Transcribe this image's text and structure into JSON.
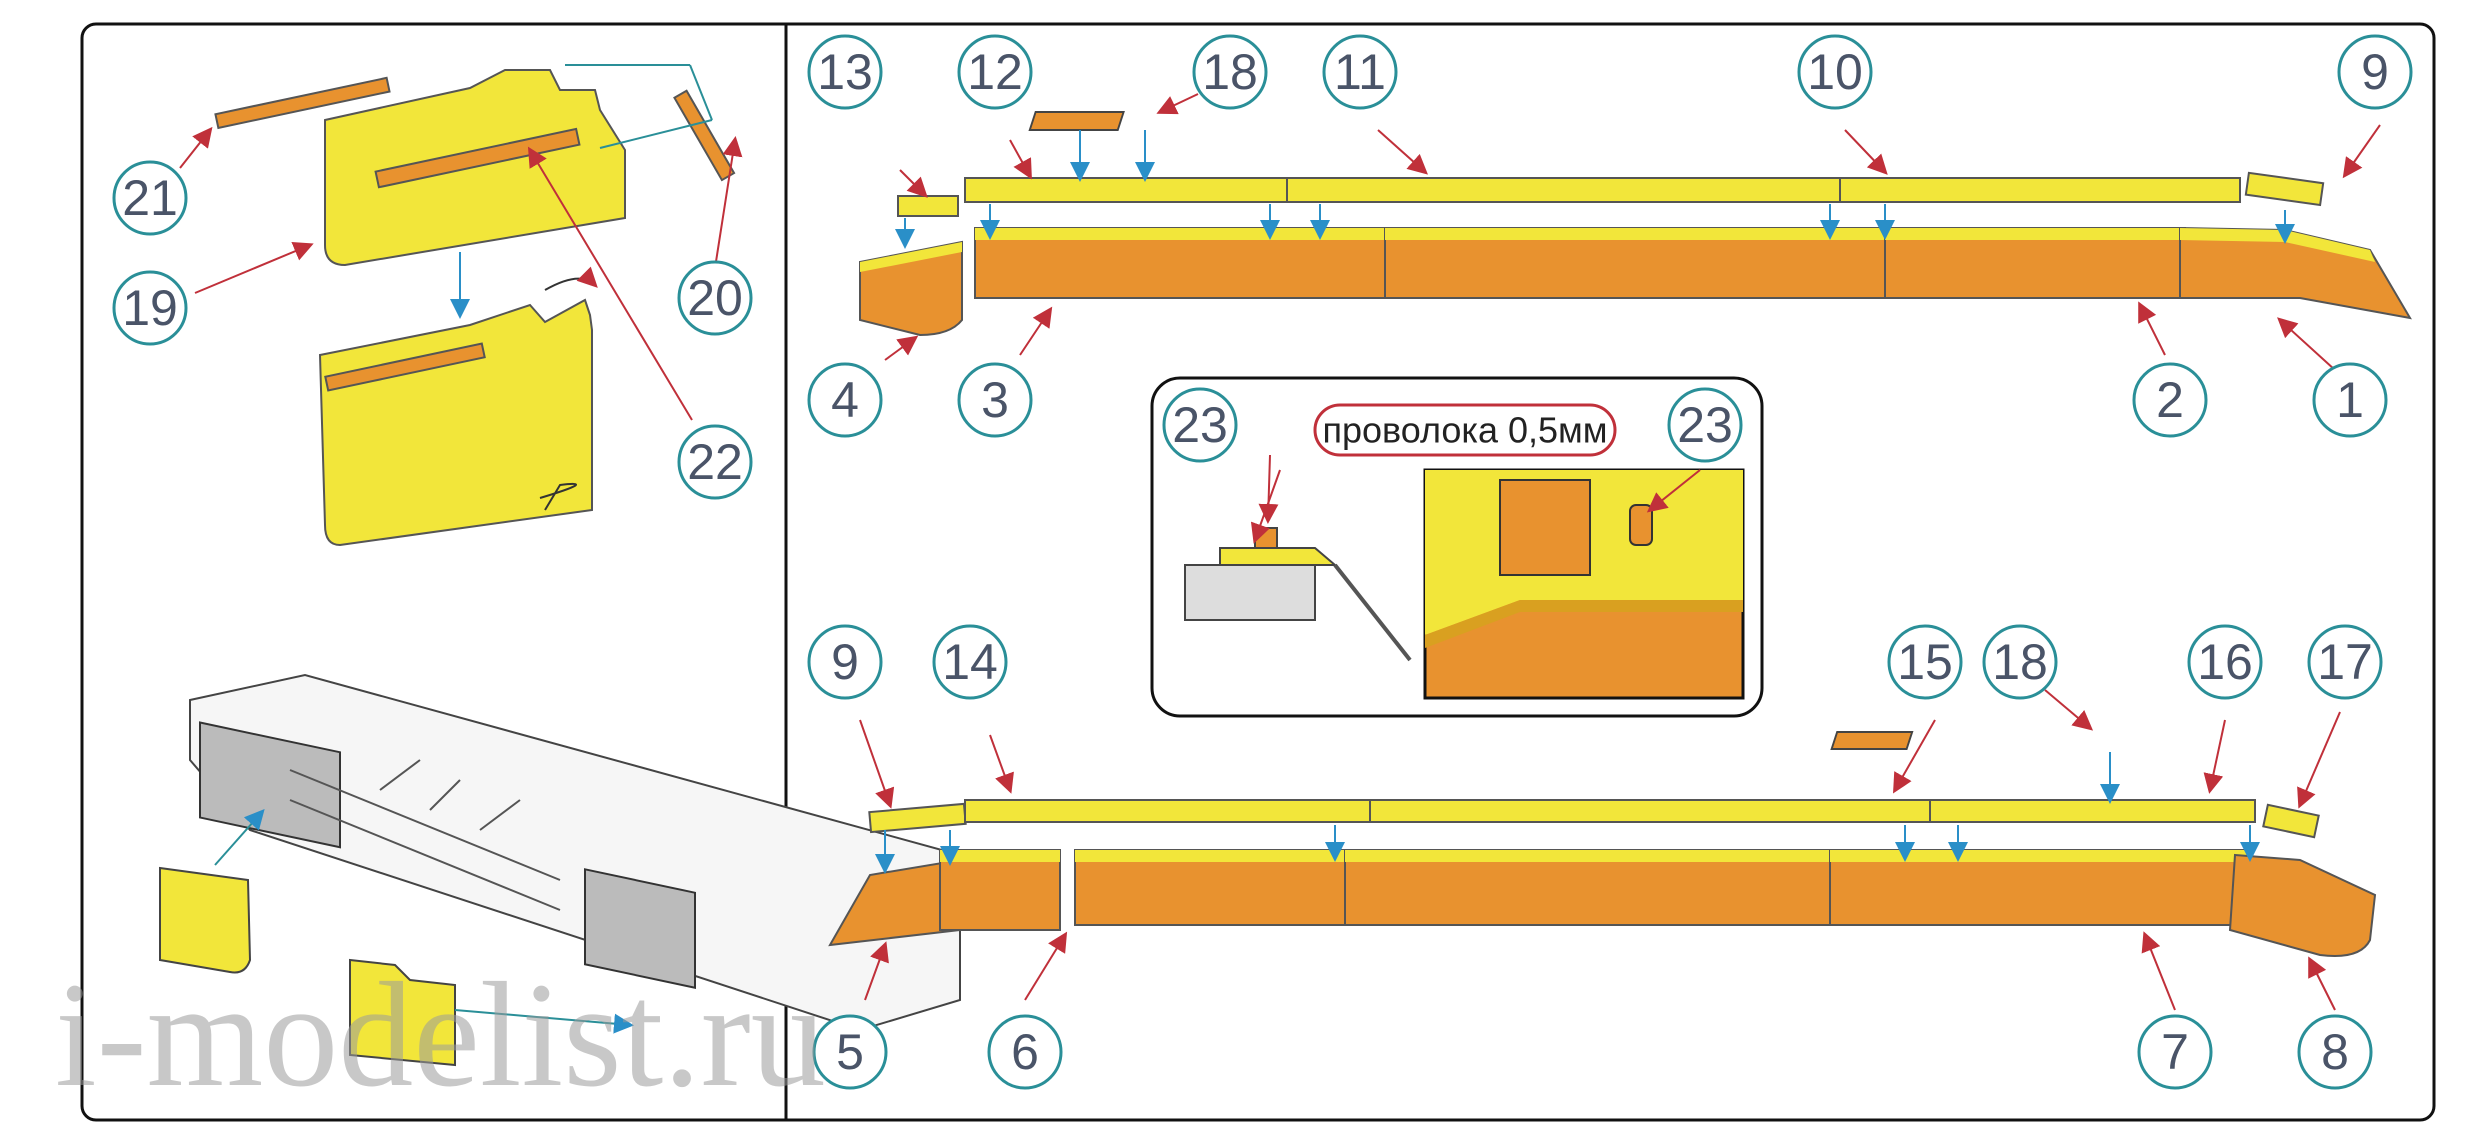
{
  "callouts": {
    "n1": "1",
    "n2": "2",
    "n3": "3",
    "n4": "4",
    "n5": "5",
    "n6": "6",
    "n7": "7",
    "n8": "8",
    "n9": "9",
    "n10": "10",
    "n11": "11",
    "n12": "12",
    "n13": "13",
    "n14": "14",
    "n15": "15",
    "n16": "16",
    "n17": "17",
    "n18": "18",
    "n19": "19",
    "n20": "20",
    "n21": "21",
    "n22": "22",
    "n23": "23"
  },
  "inset": {
    "wire_label": "проволока 0,5мм"
  },
  "watermark": "i-modelist.ru",
  "colors": {
    "yellow": "#f2e63a",
    "orange": "#e8922f",
    "teal": "#2a8f98",
    "red_arrow": "#c0303a",
    "blue_arrow": "#2a8fc8"
  }
}
